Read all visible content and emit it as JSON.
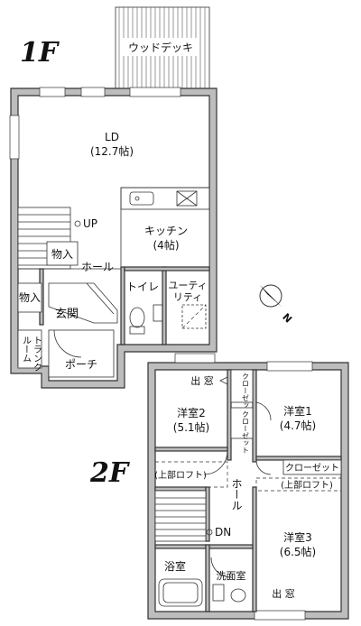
{
  "floors": [
    {
      "id": "1f",
      "label": "1F"
    },
    {
      "id": "2f",
      "label": "2F"
    }
  ],
  "rooms": {
    "deck": {
      "name": "ウッドデッキ"
    },
    "ld": {
      "name": "LD",
      "size": "(12.7帖)"
    },
    "kitchen": {
      "name": "キッチン",
      "size": "(4帖)"
    },
    "storage_a": {
      "name": "物入"
    },
    "storage_b": {
      "name": "物入"
    },
    "hall_1f": {
      "name": "ホール"
    },
    "toilet": {
      "name": "トイレ"
    },
    "utility": {
      "name": "ユーティリティ",
      "line1": "ユーティ",
      "line2": "リティ"
    },
    "entrance": {
      "name": "玄関"
    },
    "porch": {
      "name": "ポーチ"
    },
    "trunk": {
      "name": "トランクルーム",
      "col1": "トランク",
      "col2": "ルーム"
    },
    "western2": {
      "name": "洋室2",
      "size": "(5.1帖)"
    },
    "western1": {
      "name": "洋室1",
      "size": "(4.7帖)"
    },
    "western3": {
      "name": "洋室3",
      "size": "(6.5帖)"
    },
    "closet_a": {
      "name": "クローゼット"
    },
    "closet_b": {
      "name": "クローゼット"
    },
    "closet_c": {
      "name": "クローゼット"
    },
    "hall_2f": {
      "name": "ホール"
    },
    "bath": {
      "name": "浴室"
    },
    "washroom": {
      "name": "洗面室"
    }
  },
  "annotations": {
    "up": "UP",
    "dn": "DN",
    "window_2f_top": "出 窓",
    "window_2f_bottom": "出 窓",
    "loft_left": "(上部ロフト)",
    "loft_right": "(上部ロフト)",
    "compass": "N"
  }
}
